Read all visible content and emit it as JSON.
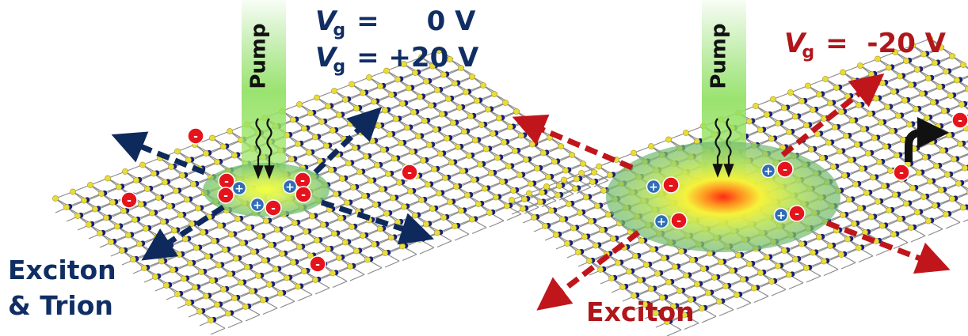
{
  "left_panel": {
    "pump_label": "Pump",
    "gate_lines": [
      {
        "symbol": "V",
        "subscript": "g",
        "equals": "=",
        "value": "0 V"
      },
      {
        "symbol": "V",
        "subscript": "g",
        "equals": "=",
        "value": "+20 V"
      }
    ],
    "particle_label_line1": "Exciton",
    "particle_label_line2": "& Trion"
  },
  "right_panel": {
    "pump_label": "Pump",
    "gate_line": {
      "symbol": "V",
      "subscript": "g",
      "equals": "=",
      "value": "-20 V"
    },
    "particle_label": "Exciton"
  },
  "charge_symbols": {
    "electron": "-",
    "hole": "+"
  },
  "colors": {
    "navy_text": "#102e64",
    "red_text": "#b0161a",
    "arrow_navy": "#0e2a5c",
    "arrow_red": "#c0161b",
    "electron": "#e5141c",
    "hole": "#2f6db5",
    "sulfur_atom": "#e8dc3a",
    "metal_atom": "#16207a",
    "bond": "#8a8a8a",
    "pump_beam": "#7ed957"
  }
}
